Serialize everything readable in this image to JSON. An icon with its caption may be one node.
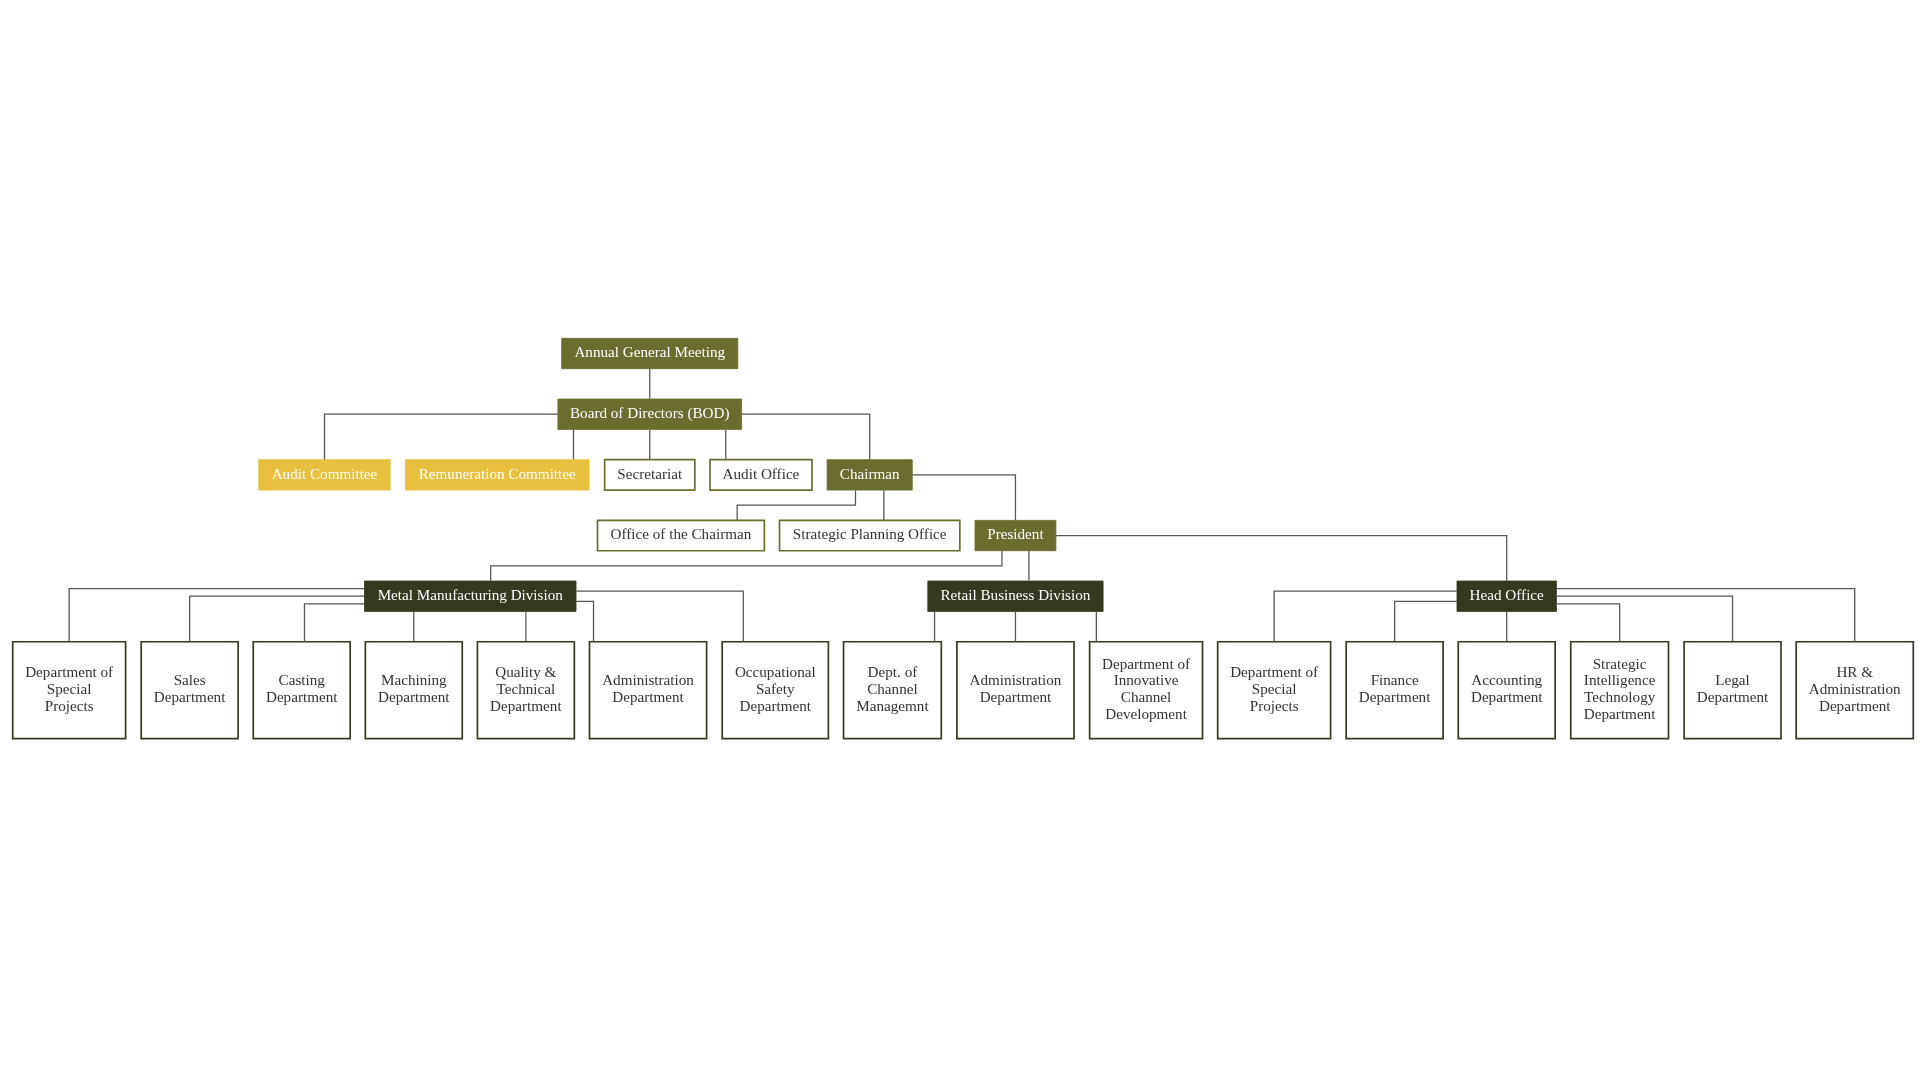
{
  "diagram": {
    "nodes": [
      {
        "text": [
          "Annual General Meeting"
        ]
      },
      {
        "text": [
          "Board of Directors (BOD)"
        ]
      },
      {
        "text": [
          "Audit Committee"
        ]
      },
      {
        "text": [
          "Remuneration Committee"
        ]
      },
      {
        "text": [
          "Secretariat"
        ]
      },
      {
        "text": [
          "Audit Office"
        ]
      },
      {
        "text": [
          "Chairman"
        ]
      },
      {
        "text": [
          "Office of the Chairman"
        ]
      },
      {
        "text": [
          "Strategic Planning Office"
        ]
      },
      {
        "text": [
          "President"
        ]
      },
      {
        "text": [
          "Metal Manufacturing Division"
        ]
      },
      {
        "text": [
          "Retail Business Division"
        ]
      },
      {
        "text": [
          "Head Office"
        ]
      },
      {
        "text": [
          "Department of Special Projects"
        ]
      },
      {
        "text": [
          "Sales Department"
        ]
      },
      {
        "text": [
          "Casting Department"
        ]
      },
      {
        "text": [
          "Machining Department"
        ]
      },
      {
        "text": [
          "Quality & Technical Department"
        ]
      },
      {
        "text": [
          "Administration Department"
        ]
      },
      {
        "text": [
          "Occupational Safety Department"
        ]
      },
      {
        "text": [
          "Dept. of Channel Managemnt"
        ]
      },
      {
        "text": [
          "Administration Department"
        ]
      },
      {
        "text": [
          "Department of Innovative Channel Development"
        ]
      },
      {
        "text": [
          "Department of Special Projects"
        ]
      },
      {
        "text": [
          "Finance Department"
        ]
      },
      {
        "text": [
          "Accounting Department"
        ]
      },
      {
        "text": [
          "Strategic Intelligence Technology Department"
        ]
      },
      {
        "text": [
          "Legal Department"
        ]
      },
      {
        "text": [
          "HR & Administration Department"
        ]
      }
    ],
    "edges": [
      {
        "from": 0,
        "to": 1,
        "arrow": "none"
      },
      {
        "from": 1,
        "to": 2,
        "arrow": "none"
      },
      {
        "from": 1,
        "to": 3,
        "arrow": "none"
      },
      {
        "from": 1,
        "to": 4,
        "arrow": "none"
      },
      {
        "from": 1,
        "to": 5,
        "arrow": "none"
      },
      {
        "from": 1,
        "to": 6,
        "arrow": "none"
      },
      {
        "from": 6,
        "to": 7,
        "arrow": "none"
      },
      {
        "from": 6,
        "to": 8,
        "arrow": "none"
      },
      {
        "from": 6,
        "to": 9,
        "arrow": "none"
      },
      {
        "from": 9,
        "to": 10,
        "arrow": "none"
      },
      {
        "from": 9,
        "to": 11,
        "arrow": "none"
      },
      {
        "from": 9,
        "to": 12,
        "arrow": "none"
      },
      {
        "from": 10,
        "to": 13,
        "arrow": "none"
      },
      {
        "from": 10,
        "to": 14,
        "arrow": "none"
      },
      {
        "from": 10,
        "to": 15,
        "arrow": "none"
      },
      {
        "from": 10,
        "to": 16,
        "arrow": "none"
      },
      {
        "from": 10,
        "to": 17,
        "arrow": "none"
      },
      {
        "from": 10,
        "to": 18,
        "arrow": "none"
      },
      {
        "from": 10,
        "to": 19,
        "arrow": "none"
      },
      {
        "from": 11,
        "to": 20,
        "arrow": "none"
      },
      {
        "from": 11,
        "to": 21,
        "arrow": "none"
      },
      {
        "from": 11,
        "to": 22,
        "arrow": "none"
      },
      {
        "from": 12,
        "to": 23,
        "arrow": "none"
      },
      {
        "from": 12,
        "to": 24,
        "arrow": "none"
      },
      {
        "from": 12,
        "to": 25,
        "arrow": "none"
      },
      {
        "from": 12,
        "to": 26,
        "arrow": "none"
      },
      {
        "from": 12,
        "to": 27,
        "arrow": "none"
      },
      {
        "from": 12,
        "to": 28,
        "arrow": "none"
      }
    ]
  }
}
